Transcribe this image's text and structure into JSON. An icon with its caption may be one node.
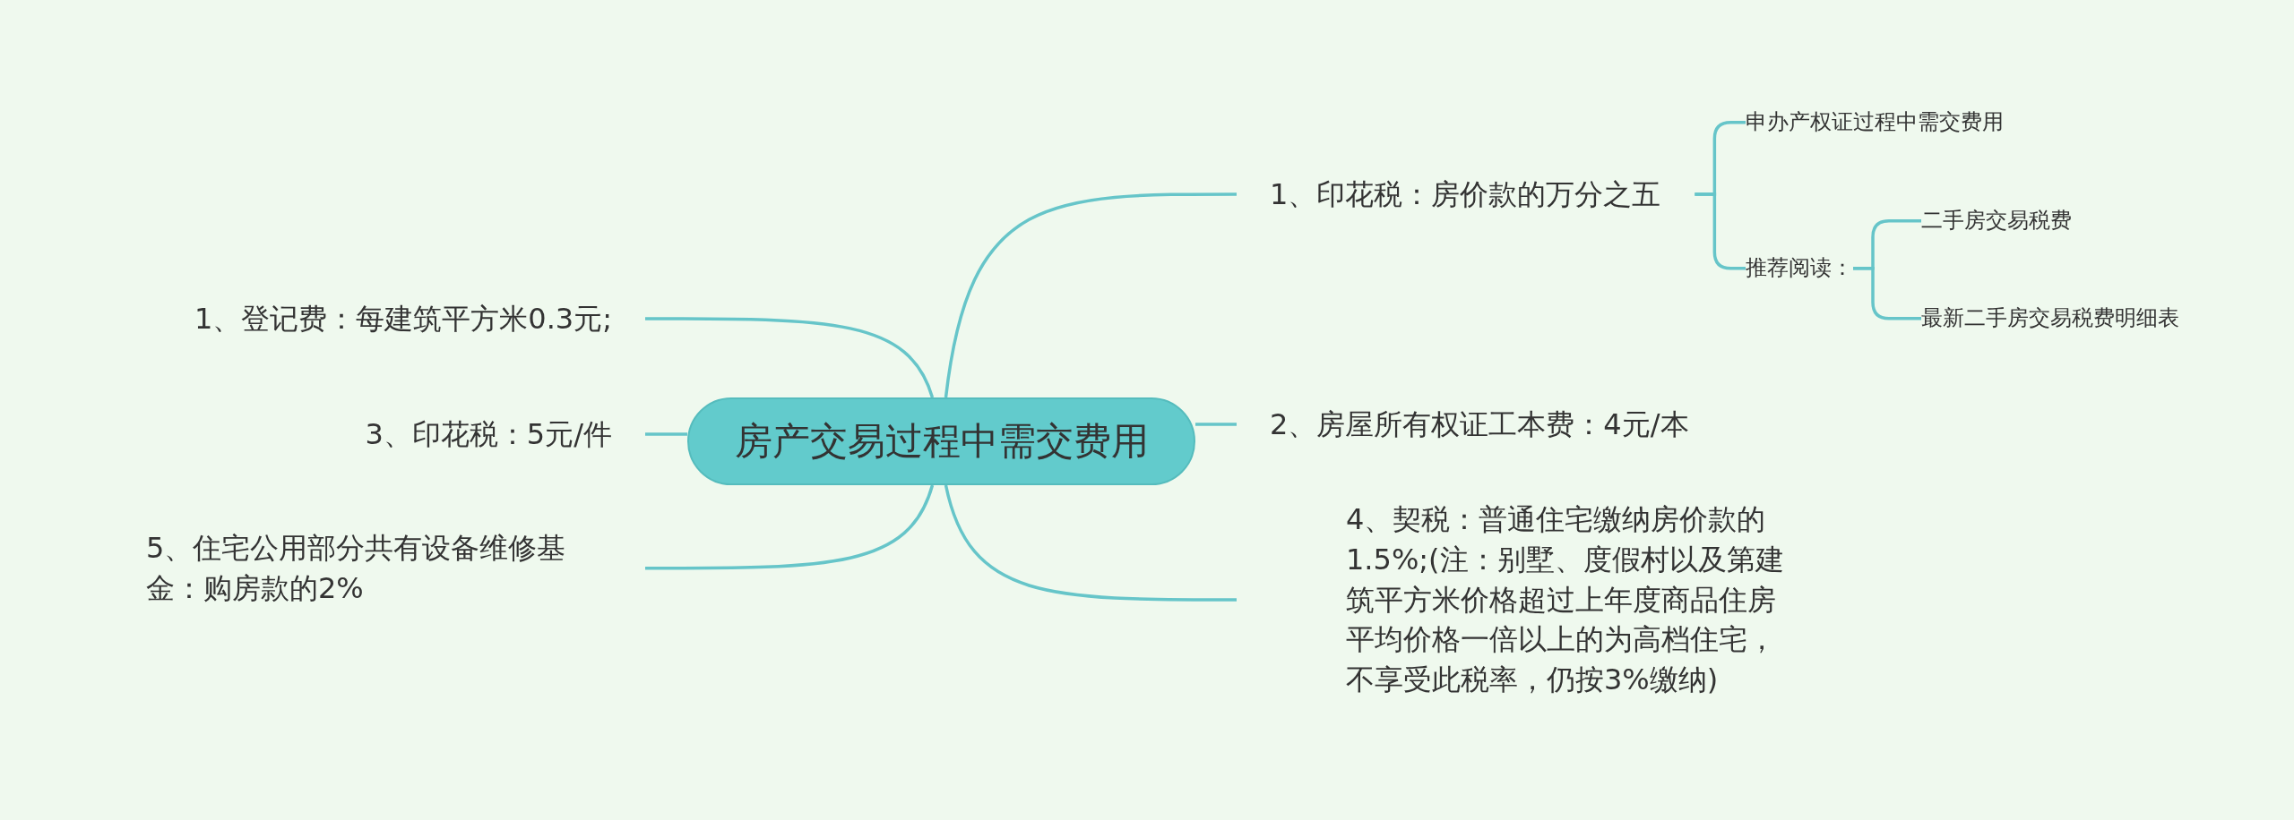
{
  "diagram": {
    "nodes": [
      {
        "text": [
          "房产交易过程中需交费用"
        ]
      },
      {
        "text": [
          "1、印花税：房价款的万分之五"
        ]
      },
      {
        "text": [
          "申办产权证过程中需交费用"
        ]
      },
      {
        "text": [
          "推荐阅读："
        ]
      },
      {
        "text": [
          "二手房交易税费"
        ]
      },
      {
        "text": [
          "最新二手房交易税费明细表"
        ]
      },
      {
        "text": [
          "2、房屋所有权证工本费：4元/本"
        ]
      },
      {
        "text": [
          "4、契税：普通住宅缴纳房价款的1.5%;(注：别墅、度假村以及第建筑平方米价格超过上年度商品住房平均价格一倍以上的为高档住宅，不享受此税率，仍按3%缴纳)"
        ]
      },
      {
        "text": [
          "1、登记费：每建筑平方米0.3元;"
        ]
      },
      {
        "text": [
          "3、印花税：5元/件"
        ]
      },
      {
        "text": [
          "5、住宅公用部分共有设备维修基金：购房款的2%"
        ]
      }
    ],
    "edges": [
      {
        "from": 0,
        "to": 1,
        "arrow": "none"
      },
      {
        "from": 0,
        "to": 6,
        "arrow": "none"
      },
      {
        "from": 0,
        "to": 7,
        "arrow": "none"
      },
      {
        "from": 0,
        "to": 8,
        "arrow": "none"
      },
      {
        "from": 0,
        "to": 9,
        "arrow": "none"
      },
      {
        "from": 0,
        "to": 10,
        "arrow": "none"
      },
      {
        "from": 1,
        "to": 2,
        "arrow": "none"
      },
      {
        "from": 1,
        "to": 3,
        "arrow": "none"
      },
      {
        "from": 3,
        "to": 4,
        "arrow": "none"
      },
      {
        "from": 3,
        "to": 5,
        "arrow": "none"
      }
    ]
  }
}
